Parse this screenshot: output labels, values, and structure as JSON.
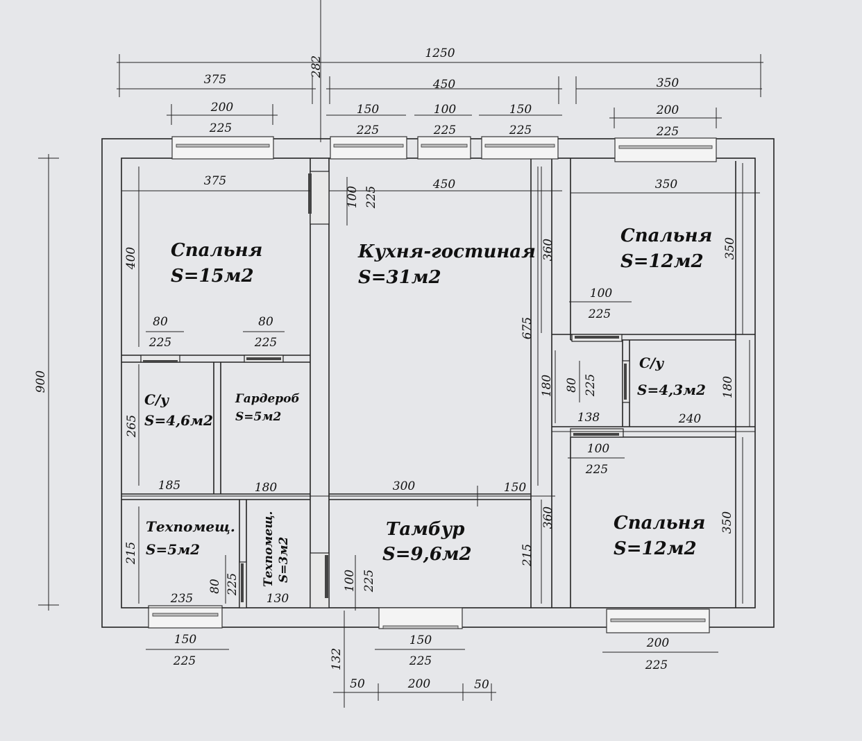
{
  "rooms": {
    "bedroom_left": {
      "name": "Спальня",
      "area": "S=15м2"
    },
    "kitchen": {
      "name": "Кухня-гостиная",
      "area": "S=31м2"
    },
    "bedroom_top_right": {
      "name": "Спальня",
      "area": "S=12м2"
    },
    "bath_left": {
      "name": "С/у",
      "area": "S=4,6м2"
    },
    "wardrobe": {
      "name": "Гардероб",
      "area": "S=5м2"
    },
    "bath_right": {
      "name": "С/у",
      "area": "S=4,3м2"
    },
    "tech_left": {
      "name": "Техпомещ.",
      "area": "S=5м2"
    },
    "tech_small": {
      "name": "Техпомещ.",
      "area": "S=3м2"
    },
    "vestibule": {
      "name": "Тамбур",
      "area": "S=9,6м2"
    },
    "bedroom_bottom_right": {
      "name": "Спальня",
      "area": "S=12м2"
    }
  },
  "dimensions": {
    "total_width": "1250",
    "total_height": "900",
    "top_282": "282",
    "top_375": "375",
    "top_450": "450",
    "top_350": "350",
    "win1_w": "200",
    "win1_h": "225",
    "win2_w": "150",
    "win2_h": "225",
    "win3_w": "100",
    "win3_h": "225",
    "win4_w": "150",
    "win4_h": "225",
    "win5_w": "200",
    "win5_h": "225",
    "in_375": "375",
    "in_450": "450",
    "in_350": "350",
    "door_kitchen_w": "100",
    "door_kitchen_h": "225",
    "left_400": "400",
    "right_350_top": "350",
    "right_360_top": "360",
    "kitchen_675": "675",
    "bath_door1_w": "80",
    "bath_door1_h": "225",
    "ward_door_w": "80",
    "ward_door_h": "225",
    "br_door_w": "100",
    "br_door_h": "225",
    "left_265": "265",
    "bath_r_door_w": "80",
    "bath_r_door_h": "225",
    "hall_180": "180",
    "bath_r_180": "180",
    "w_138": "138",
    "w_240": "240",
    "br2_door_w": "100",
    "br2_door_h": "225",
    "w_185": "185",
    "w_180": "180",
    "w_300": "300",
    "w_150": "150",
    "left_215": "215",
    "vert_360": "360",
    "vert_215": "215",
    "right_350_bottom": "350",
    "tech_door_w": "80",
    "tech_door_h": "225",
    "tech_130": "130",
    "entry_door_w": "100",
    "entry_door_h": "225",
    "w_235": "235",
    "bwin1_w": "150",
    "bwin1_h": "225",
    "bwin2_w": "150",
    "bwin2_h": "225",
    "bwin3_w": "200",
    "bwin3_h": "225",
    "b_132": "132",
    "b_50a": "50",
    "b_200": "200",
    "b_50b": "50"
  }
}
